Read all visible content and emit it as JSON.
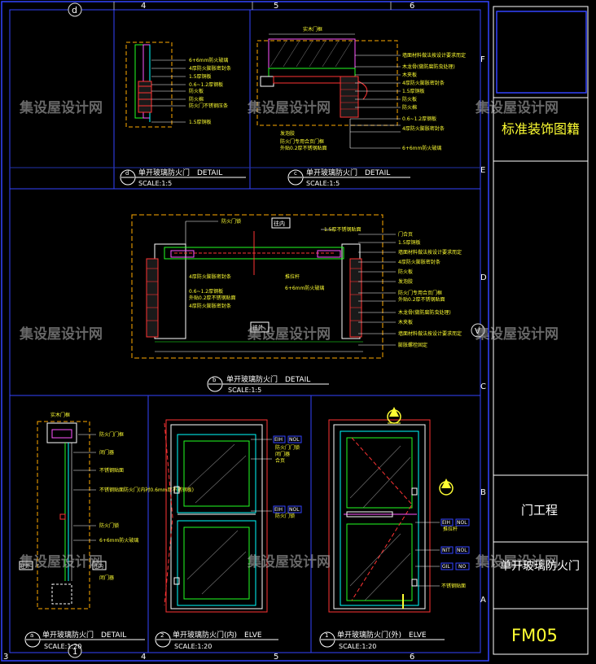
{
  "grid": {
    "columns": [
      "4",
      "5",
      "6"
    ],
    "rows_right": [
      "F",
      "E",
      "D",
      "C",
      "B",
      "A"
    ],
    "bubble_top": "d",
    "bubble_side": "V",
    "bubble_bottom": "1",
    "bottom_left": "3"
  },
  "watermark": "集设屋设计网",
  "title_block": {
    "standard": "标准装饰图籍",
    "category": "门工程",
    "drawing_name": "单开玻璃防火门",
    "sheet_number": "FM05"
  },
  "views": {
    "d": {
      "id": "d",
      "title": "单开玻璃防火门　DETAIL",
      "scale": "SCALE:1:5"
    },
    "c": {
      "id": "c",
      "title": "单开玻璃防火门　DETAIL",
      "scale": "SCALE:1:5"
    },
    "b": {
      "id": "b",
      "title": "单开玻璃防火门　DETAIL",
      "scale": "SCALE:1:5"
    },
    "a": {
      "id": "a",
      "title": "单开玻璃防火门　DETAIL",
      "scale": "SCALE:1:20"
    },
    "v2": {
      "id": "2",
      "title": "单开玻璃防火门(内)　ELVE",
      "scale": "SCALE:1:20"
    },
    "v1": {
      "id": "1",
      "title": "单开玻璃防火门(外)　ELVE",
      "scale": "SCALE:1:20"
    }
  },
  "labels": {
    "d": [
      "6+6mm防火玻璃",
      "4厚防火膨胀密封条",
      "1.5厚铜板",
      "0.6~1.2厚钢板",
      "防火板",
      "防火棉",
      "防火门不锈钢压条",
      "1.5厚铜板"
    ],
    "c_top": "实木门框",
    "c": [
      "墙面材料做法按设计要求而定",
      "木龙骨(做防腐防虫处理)",
      "木夹板",
      "4厚防火膨胀密封条",
      "1.5厚铜板",
      "防火板",
      "防火棉"
    ],
    "c_bottom": [
      "0.6~1.2厚钢板",
      "4厚防火膨胀密封条",
      "6+6mm防火玻璃"
    ],
    "c_under": [
      "发泡胶",
      "防火门专用合页门框",
      "外贴0.2厚不锈钢贴面"
    ],
    "b_top": [
      "防火门锁",
      "往内"
    ],
    "b_right": [
      "门合页",
      "1.5厚铜板",
      "墙面材料做法按设计要求而定",
      "4厚防火膨胀密封条",
      "防火板",
      "发泡胶",
      "防火门专用合页门框",
      "外贴0.2厚不锈钢贴面",
      "木龙骨(做防腐防虫处理)",
      "木夹板",
      "墙面材料做法按设计要求而定",
      "膨胀螺栓固定"
    ],
    "b_mid": [
      "4厚防火膨胀密封条",
      "推拉杆",
      "6+6mm防火玻璃",
      "0.6~1.2厚钢板",
      "外贴0.2厚不锈钢贴面",
      "4厚防火膨胀密封条"
    ],
    "b_bottom": "往外",
    "b_top_right": "1.5厚不锈钢贴面",
    "a_top": "实木门框",
    "a": [
      "防火门门框",
      "闭门器",
      "不锈钢贴面",
      "不锈钢贴面防火门(内衬0.6mm厚不锈钢板)",
      "防火门锁",
      "6+6mm防火玻璃"
    ],
    "a_bottom": [
      "往外",
      "往内",
      "闭门器"
    ],
    "v2": [
      "EIH",
      "NOL",
      "防火门门锁",
      "闭门器",
      "合页",
      "EIH",
      "NOL",
      "防火门锁"
    ],
    "v1": [
      "EIH",
      "NOL",
      "推拉杆",
      "NIT",
      "NOL",
      "GIL",
      "NO",
      "不锈钢贴面"
    ]
  }
}
